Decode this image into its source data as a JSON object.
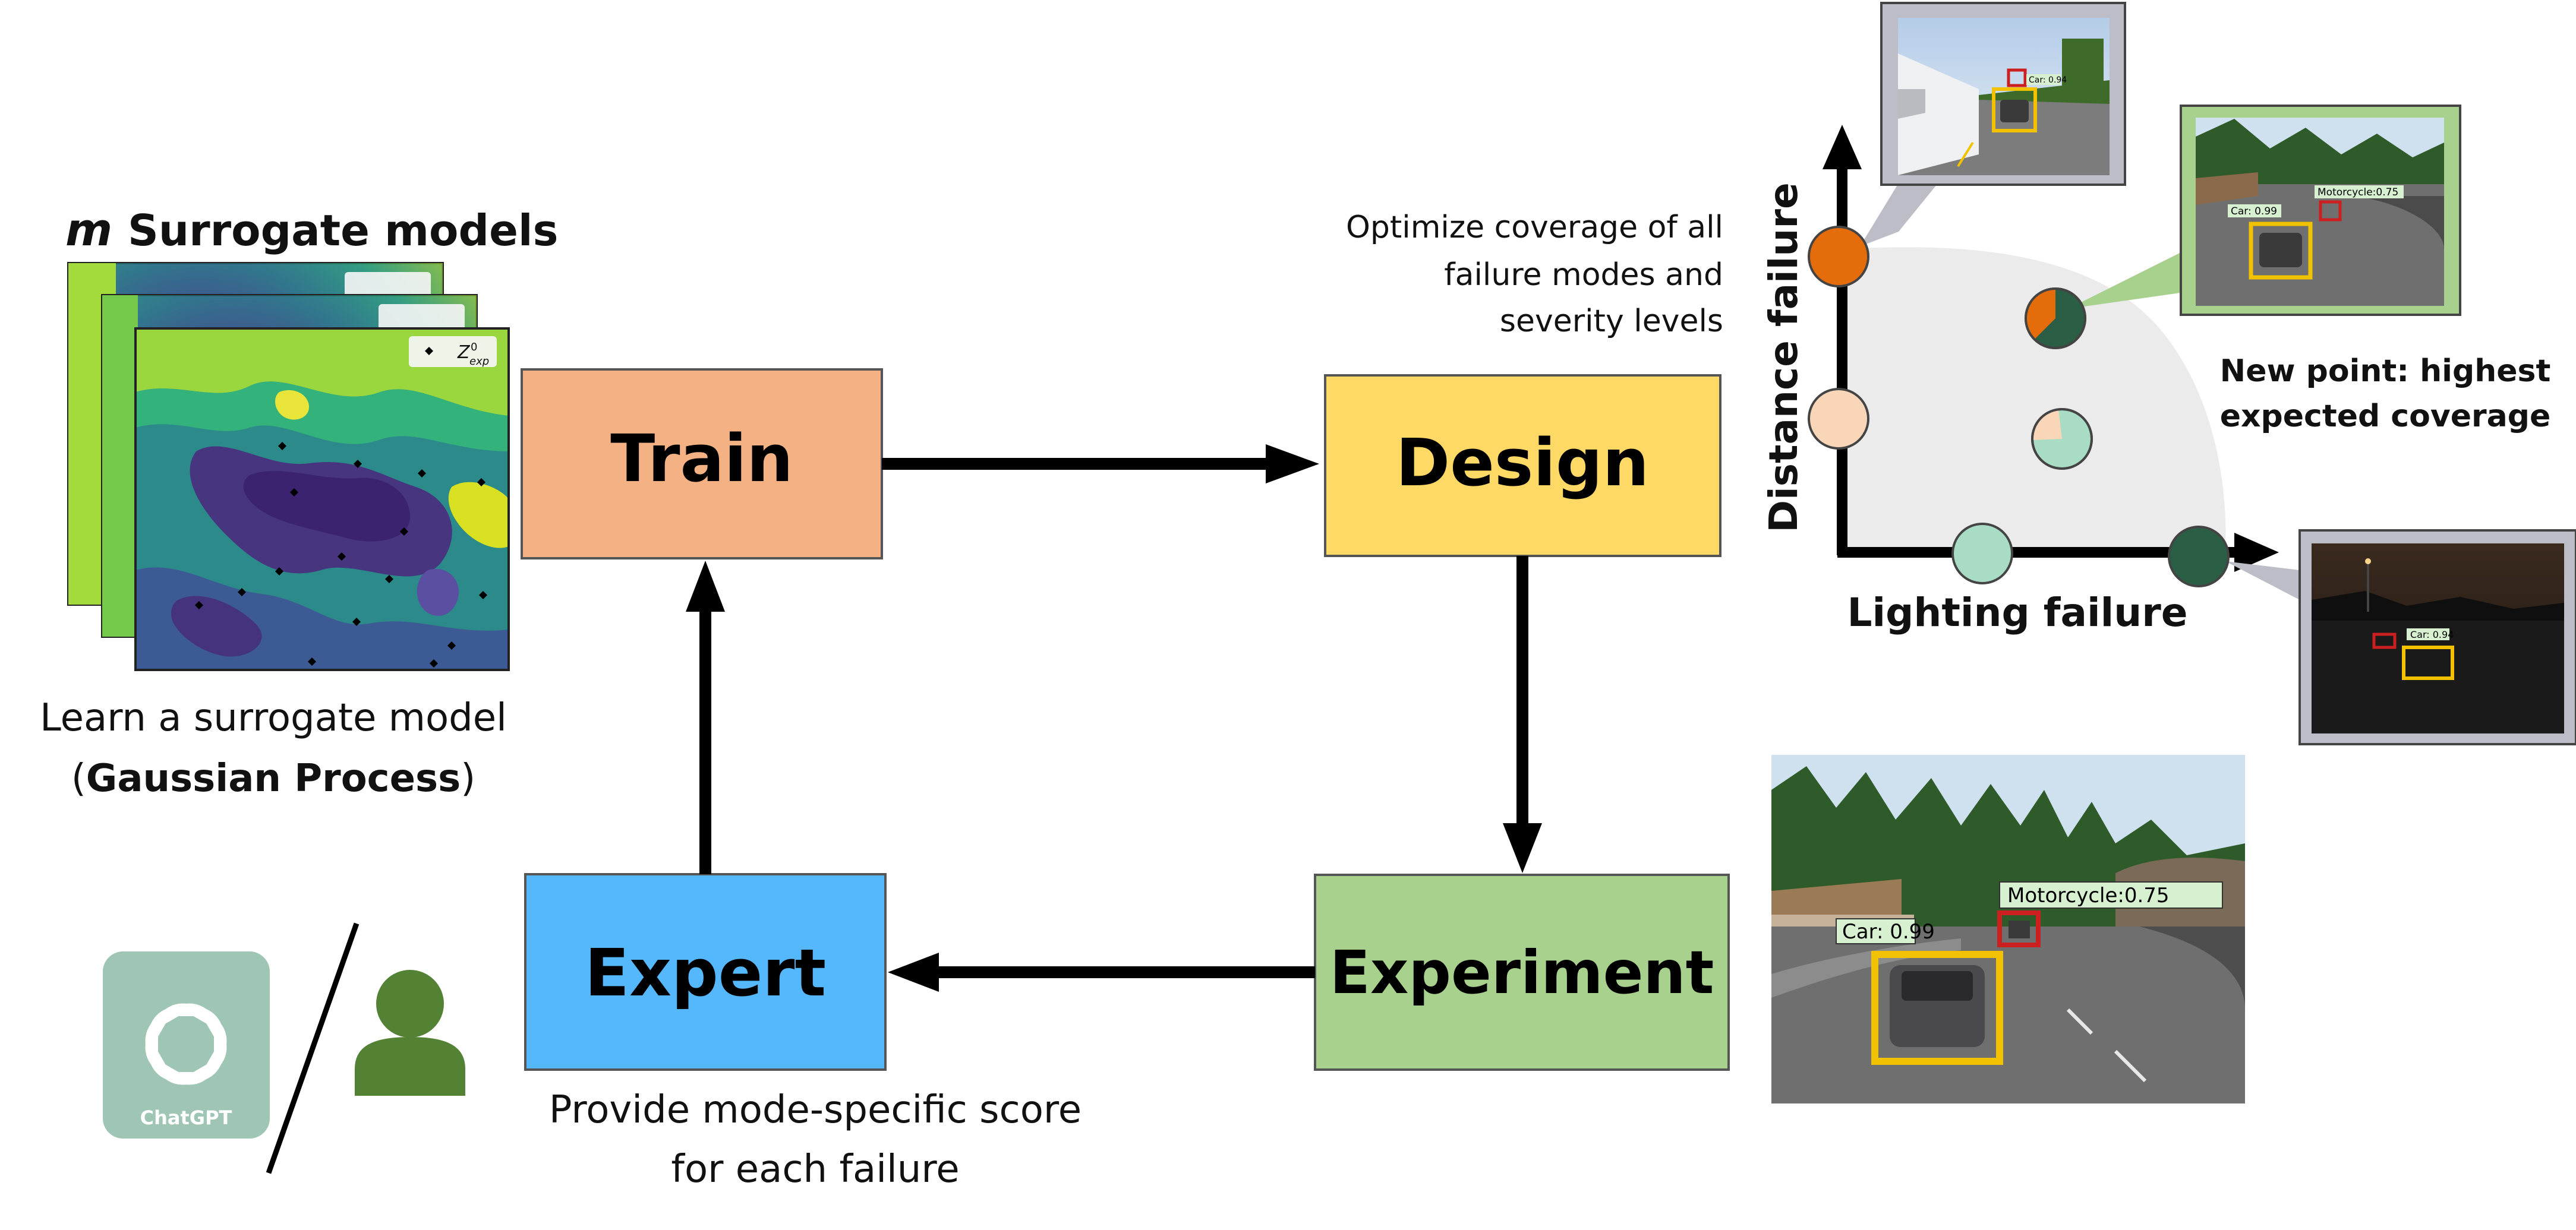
{
  "surrogate": {
    "title_var": "m",
    "title": "Surrogate models",
    "legend_label": "Z",
    "legend_sup": "0",
    "legend_sub": "exp",
    "caption_line1": "Learn a surrogate model",
    "caption_paren_open": "(",
    "caption_bold": "Gaussian Process",
    "caption_paren_close": ")"
  },
  "boxes": {
    "train": "Train",
    "design": "Design",
    "experiment": "Experiment",
    "expert": "Expert"
  },
  "colors": {
    "train": "#f4b183",
    "design": "#ffd966",
    "experiment": "#a9d18e",
    "expert": "#56b8fc",
    "chatgpt": "#9fc6b4",
    "person": "#548235",
    "orange": "#e46c0a",
    "peach": "#fad6b9",
    "mint": "#a9dcc4",
    "dark_green": "#2a5e45",
    "frame": "#8e8e9c"
  },
  "design_note": [
    "Optimize coverage of all",
    "failure modes and",
    "severity levels"
  ],
  "expert_note": [
    "Provide mode-specific score",
    "for each failure"
  ],
  "coverage": {
    "y_axis": "Distance failure",
    "x_axis": "Lighting failure",
    "new_point": [
      "New point: highest",
      "expected coverage"
    ]
  },
  "detections": {
    "car_label": "Car: 0.99",
    "moto_label": "Motorcycle:0.75",
    "car_label_small": "Car: 0.94",
    "moto_label_small": "Motorcycle:0.75",
    "car_label_small2": "Car: 0.99"
  },
  "chatgpt": {
    "label": "ChatGPT",
    "icon": "openai-logo-icon"
  },
  "expert_icon": "person-icon"
}
